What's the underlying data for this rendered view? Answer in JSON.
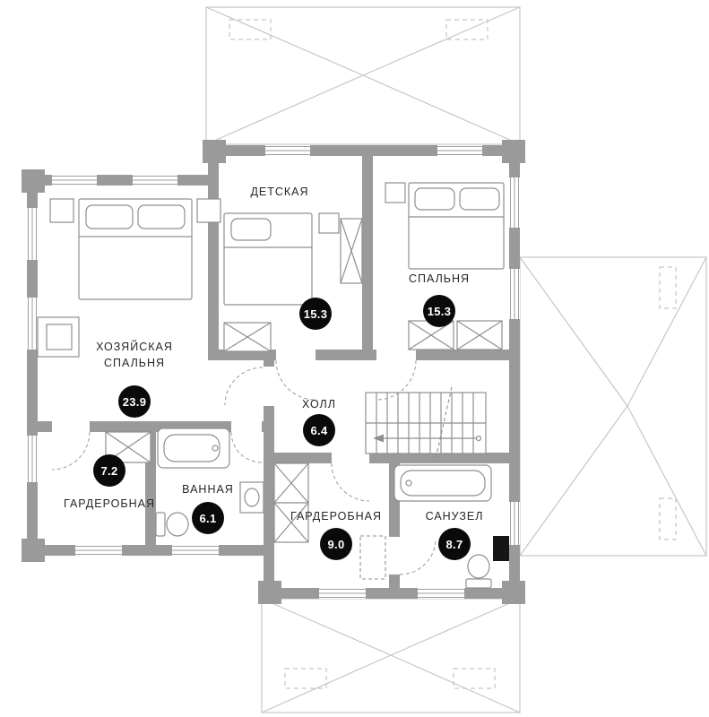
{
  "plan": {
    "colors": {
      "wall": "#9a9a9a",
      "roof": "#c6c6c6",
      "window_line": "#9e9e9e",
      "furniture": "#8f8f8f",
      "door": "#9a9a9a",
      "badge_bg": "#0a0a0a",
      "badge_text": "#ffffff",
      "label": "#262626",
      "shaft": "#161616"
    },
    "rooms": [
      {
        "id": "detskaya",
        "name": "ДЕТСКАЯ",
        "area": "15.3"
      },
      {
        "id": "spalnya",
        "name": "СПАЛЬНЯ",
        "area": "15.3"
      },
      {
        "id": "master",
        "name": "ХОЗЯЙСКАЯ СПАЛЬНЯ",
        "area": "23.9"
      },
      {
        "id": "hall",
        "name": "ХОЛЛ",
        "area": "6.4"
      },
      {
        "id": "garderobnaya-1",
        "name": "ГАРДЕРОБНАЯ",
        "area": "7.2"
      },
      {
        "id": "vannaya",
        "name": "ВАННАЯ",
        "area": "6.1"
      },
      {
        "id": "garderobnaya-2",
        "name": "ГАРДЕРОБНАЯ",
        "area": "9.0"
      },
      {
        "id": "sanuzel",
        "name": "САНУЗЕЛ",
        "area": "8.7"
      }
    ]
  }
}
